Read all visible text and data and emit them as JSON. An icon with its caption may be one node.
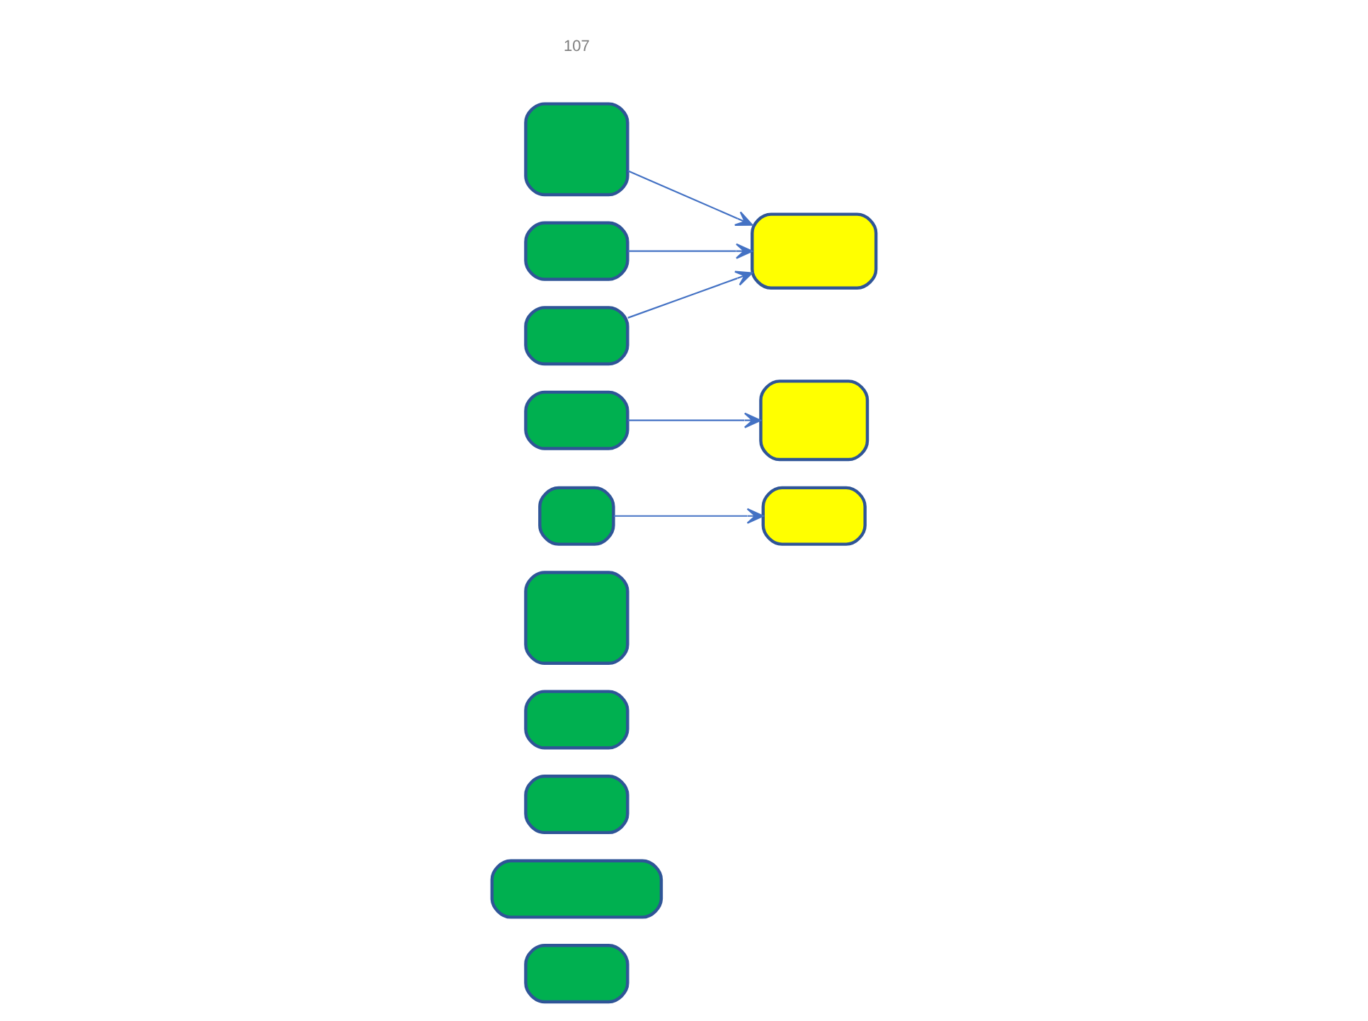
{
  "diagram": {
    "nodes": [
      {
        "text": [],
        "shape": "box"
      },
      {
        "text": [],
        "shape": "box"
      },
      {
        "text": [],
        "shape": "box"
      },
      {
        "text": [],
        "shape": "box"
      },
      {
        "text": [],
        "shape": "box"
      },
      {
        "text": [],
        "shape": "box"
      },
      {
        "text": [],
        "shape": "box"
      },
      {
        "text": [],
        "shape": "box"
      },
      {
        "text": [],
        "shape": "box"
      },
      {
        "text": [],
        "shape": "box"
      },
      {
        "text": [],
        "shape": "box"
      },
      {
        "text": [],
        "shape": "box"
      },
      {
        "text": [],
        "shape": "box"
      }
    ],
    "edges": [
      {
        "from": 5,
        "to": 6,
        "arrow": "to"
      },
      {
        "from": 7,
        "to": 9,
        "arrow": "to"
      },
      {
        "from": 8,
        "to": 12,
        "arrow": "to"
      },
      {
        "from": 10,
        "to": 12,
        "arrow": "to"
      },
      {
        "from": 11,
        "to": 12,
        "arrow": "to"
      }
    ],
    "labels": [
      "107"
    ]
  }
}
